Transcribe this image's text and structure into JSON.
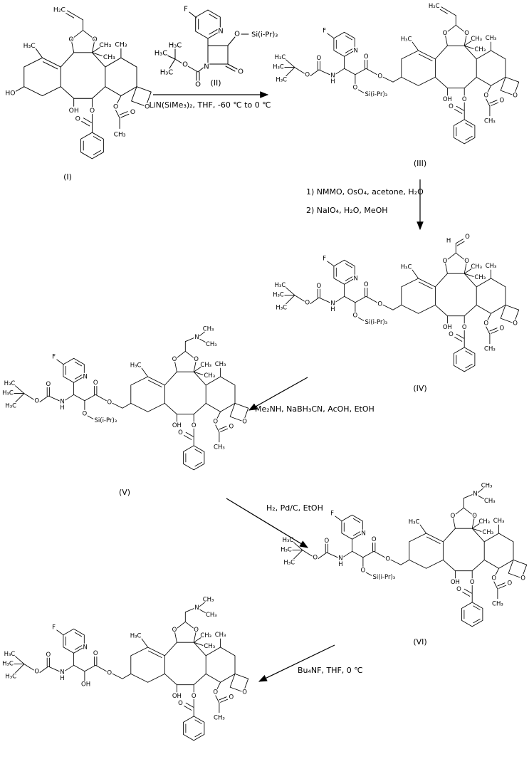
{
  "compounds": {
    "I": {
      "label": "(I)"
    },
    "II": {
      "label": "(II)"
    },
    "III": {
      "label": "(III)"
    },
    "IV": {
      "label": "(IV)"
    },
    "V": {
      "label": "(V)"
    },
    "VI": {
      "label": "(VI)"
    }
  },
  "steps": {
    "s1": {
      "reagents": "LiN(SiMe₃)₂, THF, -60 ℃ to 0 ℃"
    },
    "s2": {
      "line1": "1) NMMO, OsO₄, acetone, H₂O",
      "line2": "2) NaIO₄, H₂O, MeOH"
    },
    "s3": {
      "reagents": "Me₂NH, NaBH₃CN, AcOH, EtOH"
    },
    "s4": {
      "reagents": "H₂, Pd/C, EtOH"
    },
    "s5": {
      "reagents": "Bu₄NF, THF, 0 ℃"
    }
  },
  "atoms": {
    "O": "O",
    "N": "N",
    "H": "H",
    "F": "F",
    "OH": "OH",
    "HO": "HO",
    "CH3": "CH₃",
    "H3C": "H₃C",
    "H2C": "H₂C",
    "Si": "Si(i-Pr)₃"
  },
  "colors": {
    "background": "#ffffff",
    "line": "#000000"
  }
}
